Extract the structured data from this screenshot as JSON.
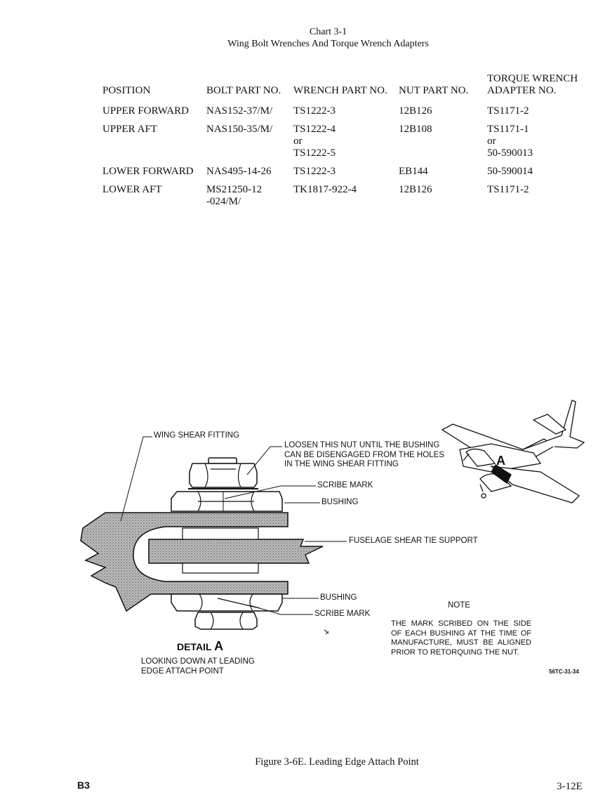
{
  "chart": {
    "number": "Chart 3-1",
    "title": "Wing Bolt Wrenches And Torque Wrench Adapters"
  },
  "table": {
    "headers": {
      "position": "POSITION",
      "bolt": "BOLT PART NO.",
      "wrench": "WRENCH PART NO.",
      "nut": "NUT PART NO.",
      "adapter_line1": "TORQUE WRENCH",
      "adapter_line2": "ADAPTER NO."
    },
    "rows": [
      {
        "position": "UPPER FORWARD",
        "bolt": [
          "NAS152-37/M/"
        ],
        "wrench": [
          "TS1222-3"
        ],
        "nut": "12B126",
        "adapter": [
          "TS1171-2"
        ]
      },
      {
        "position": "UPPER AFT",
        "bolt": [
          "NAS150-35/M/"
        ],
        "wrench": [
          "TS1222-4",
          "or",
          "TS1222-5"
        ],
        "nut": "12B108",
        "adapter": [
          "TS1171-1",
          "or",
          "50-590013"
        ]
      },
      {
        "position": "LOWER FORWARD",
        "bolt": [
          "NAS495-14-26"
        ],
        "wrench": [
          "TS1222-3"
        ],
        "nut": "EB144",
        "adapter": [
          "50-590014"
        ]
      },
      {
        "position": "LOWER AFT",
        "bolt": [
          "MS21250-12",
          "-024/M/"
        ],
        "wrench": [
          "TK1817-922-4"
        ],
        "nut": "12B126",
        "adapter": [
          "TS1171-2"
        ]
      }
    ]
  },
  "figure": {
    "labels": {
      "wing_shear_fitting": "WING SHEAR FITTING",
      "loosen_line1": "LOOSEN THIS NUT UNTIL THE BUSHING",
      "loosen_line2": "CAN BE DISENGAGED FROM THE HOLES",
      "loosen_line3": "IN THE WING SHEAR FITTING",
      "scribe_mark_top": "SCRIBE MARK",
      "bushing_top": "BUSHING",
      "fuselage_support": "FUSELAGE SHEAR TIE SUPPORT",
      "bushing_bottom": "BUSHING",
      "scribe_mark_bottom": "SCRIBE MARK",
      "detail_word": "DETAIL",
      "detail_letter": "A",
      "looking_line1": "LOOKING DOWN AT LEADING",
      "looking_line2": "EDGE ATTACH POINT",
      "airplane_callout": "A",
      "drawing_id": "56TC-31-34"
    },
    "note": {
      "title": "NOTE",
      "body": "THE MARK SCRIBED ON THE SIDE OF EACH BUSHING AT THE TIME OF MANUFACTURE, MUST BE ALIGNED PRIOR TO RETORQUING THE NUT."
    },
    "caption": "Figure 3-6E. Leading Edge Attach Point"
  },
  "footer": {
    "left": "B3",
    "right": "3-12E"
  }
}
